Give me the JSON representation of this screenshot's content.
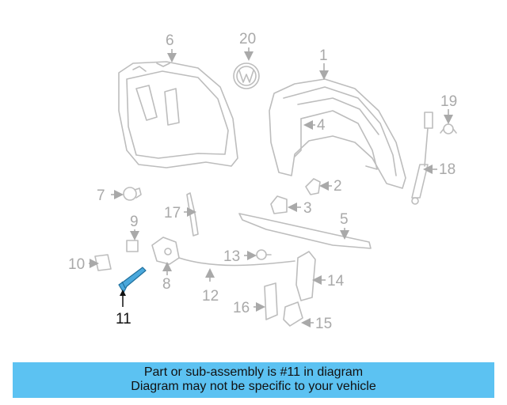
{
  "labels": {
    "p1": "1",
    "p2": "2",
    "p3": "3",
    "p4": "4",
    "p5": "5",
    "p6": "6",
    "p7": "7",
    "p8": "8",
    "p9": "9",
    "p10": "10",
    "p11": "11",
    "p12": "12",
    "p13": "13",
    "p14": "14",
    "p15": "15",
    "p16": "16",
    "p17": "17",
    "p18": "18",
    "p19": "19",
    "p20": "20"
  },
  "highlight_part": "11",
  "colors": {
    "banner": "#5cc2f2",
    "highlight": "#4aa8dc",
    "part_stroke": "#bdbdbd",
    "label": "#a9a9a9"
  },
  "banner": {
    "line1": "Part or sub-assembly is #11 in diagram",
    "line2": "Diagram may not be specific to your vehicle"
  }
}
